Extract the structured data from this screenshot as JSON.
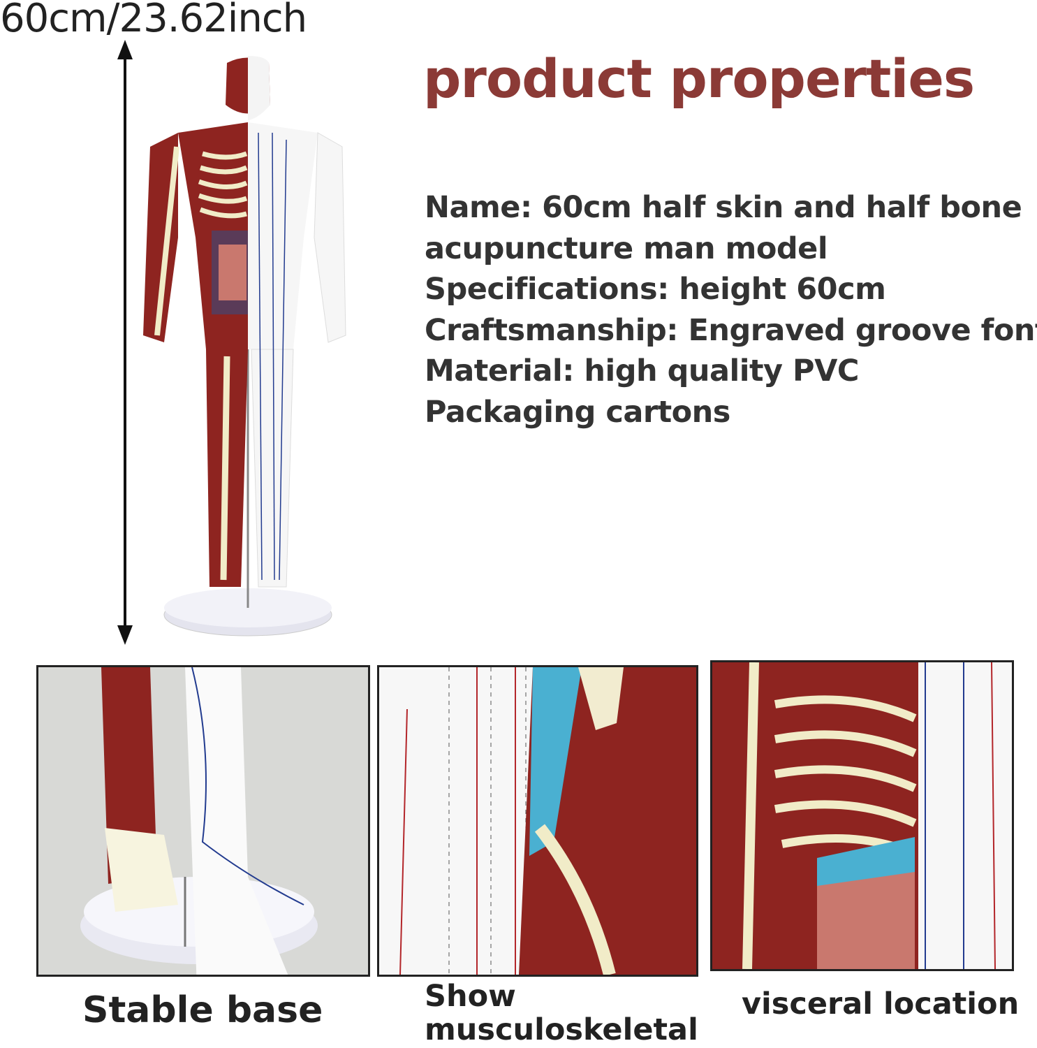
{
  "dimension_label": "60cm/23.62inch",
  "title": "product properties",
  "specs": [
    "Name: 60cm half skin and half bone",
    "acupuncture man model",
    "Specifications: height 60cm",
    "Craftsmanship: Engraved groove font",
    "Material: high quality PVC",
    "Packaging cartons"
  ],
  "panels": [
    {
      "caption": "Stable base"
    },
    {
      "caption_line1": "Show",
      "caption_line2": "musculoskeletal"
    },
    {
      "caption": "visceral location"
    }
  ],
  "colors": {
    "title": "#8b3a36",
    "muscle": "#8e2420",
    "bone": "#f1ecc8",
    "text": "#333333"
  }
}
